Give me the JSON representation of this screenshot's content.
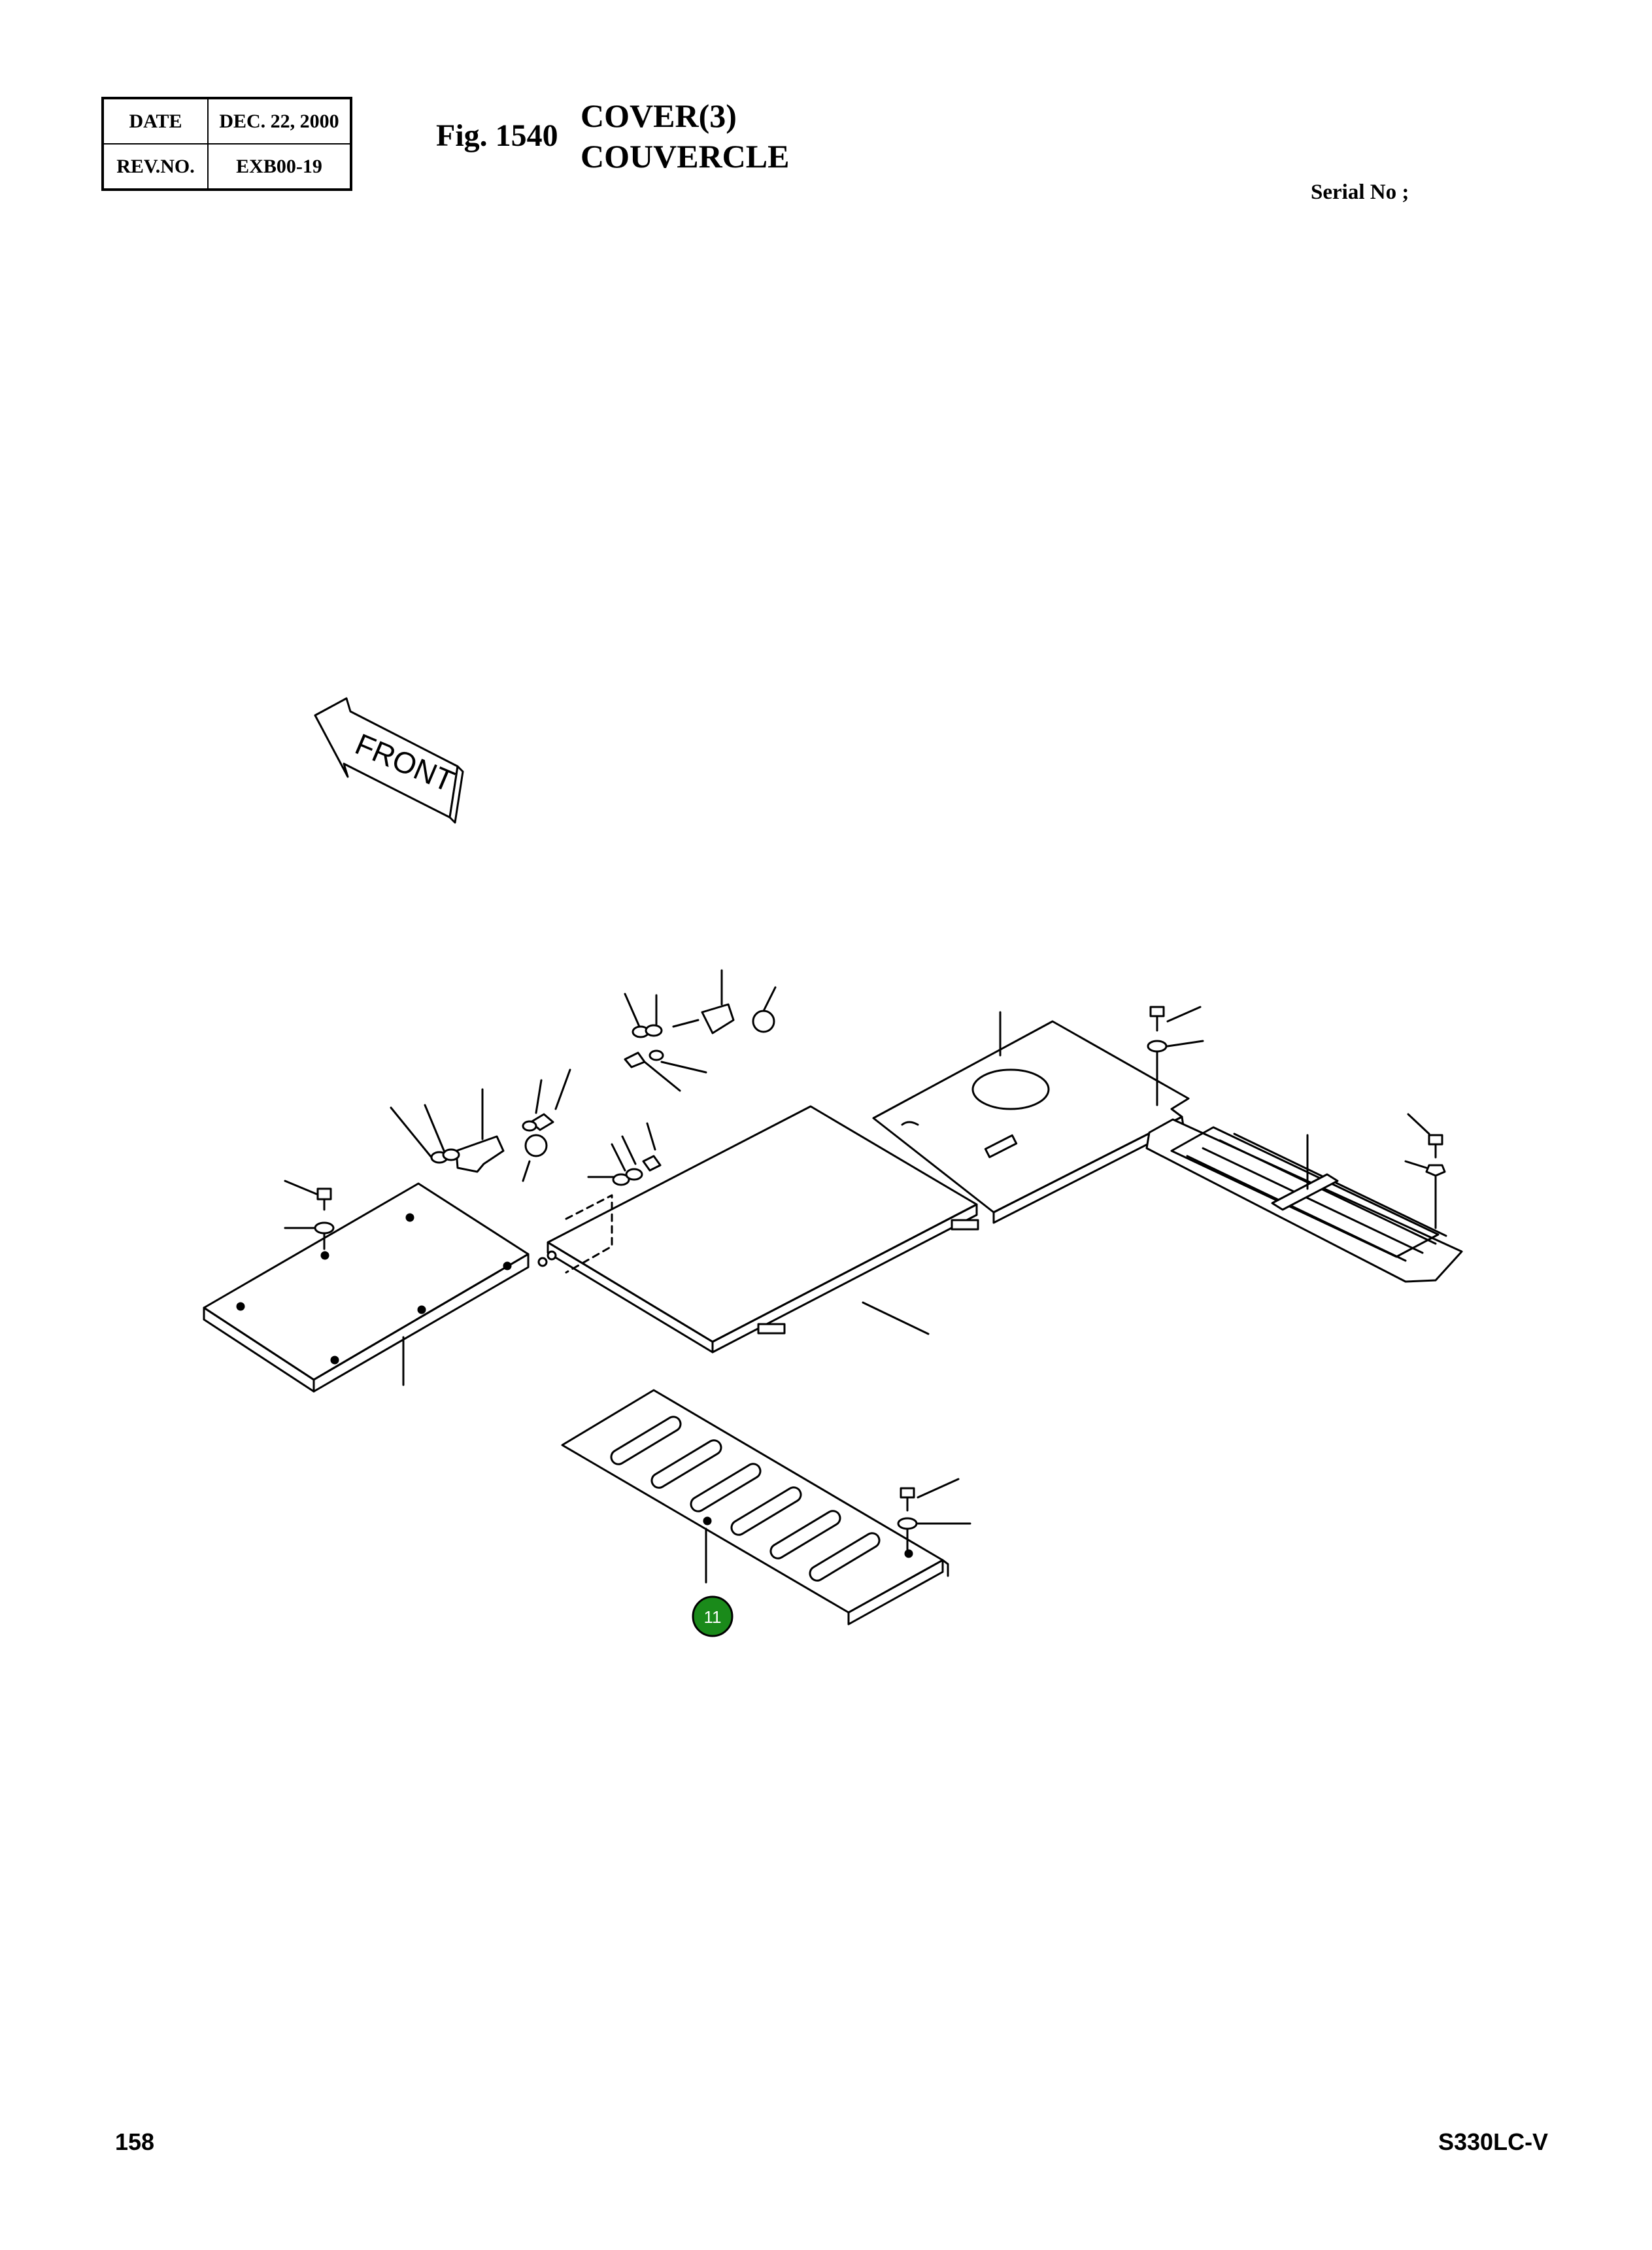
{
  "header": {
    "date_label": "DATE",
    "date_value": "DEC. 22, 2000",
    "rev_label": "REV.NO.",
    "rev_value": "EXB00-19"
  },
  "figure": {
    "number": "Fig. 1540",
    "title_en": "COVER(3)",
    "title_fr": "COUVERCLE"
  },
  "serial_label": "Serial No ;",
  "diagram": {
    "front_label": "FRONT",
    "callouts": [
      {
        "label": "11",
        "color": "#1a8a1a"
      }
    ]
  },
  "footer": {
    "page_number": "158",
    "model": "S330LC-V"
  }
}
